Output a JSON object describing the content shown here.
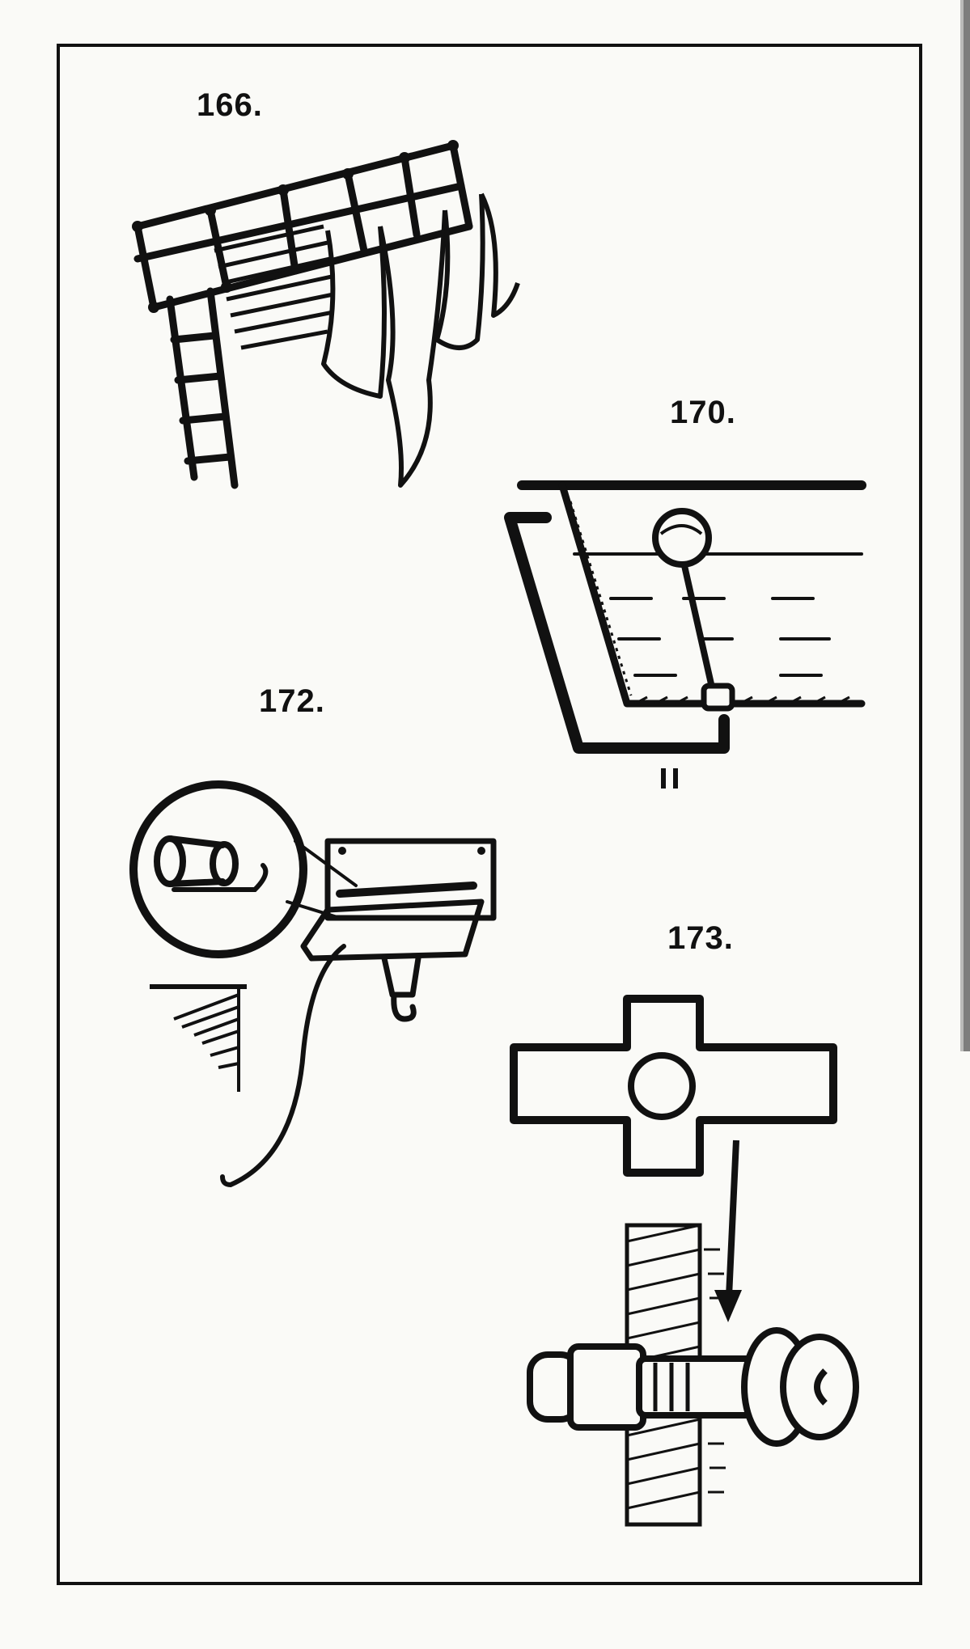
{
  "figures": [
    {
      "number": "166.",
      "icon": "drying-rack-illustration"
    },
    {
      "number": "170.",
      "icon": "tank-float-valve-illustration"
    },
    {
      "number": "172.",
      "icon": "sink-bracket-hook-illustration"
    },
    {
      "number": "173.",
      "icon": "cross-knob-fitting-illustration"
    }
  ],
  "colors": {
    "ink": "#111111",
    "paper": "#fafaf7"
  }
}
